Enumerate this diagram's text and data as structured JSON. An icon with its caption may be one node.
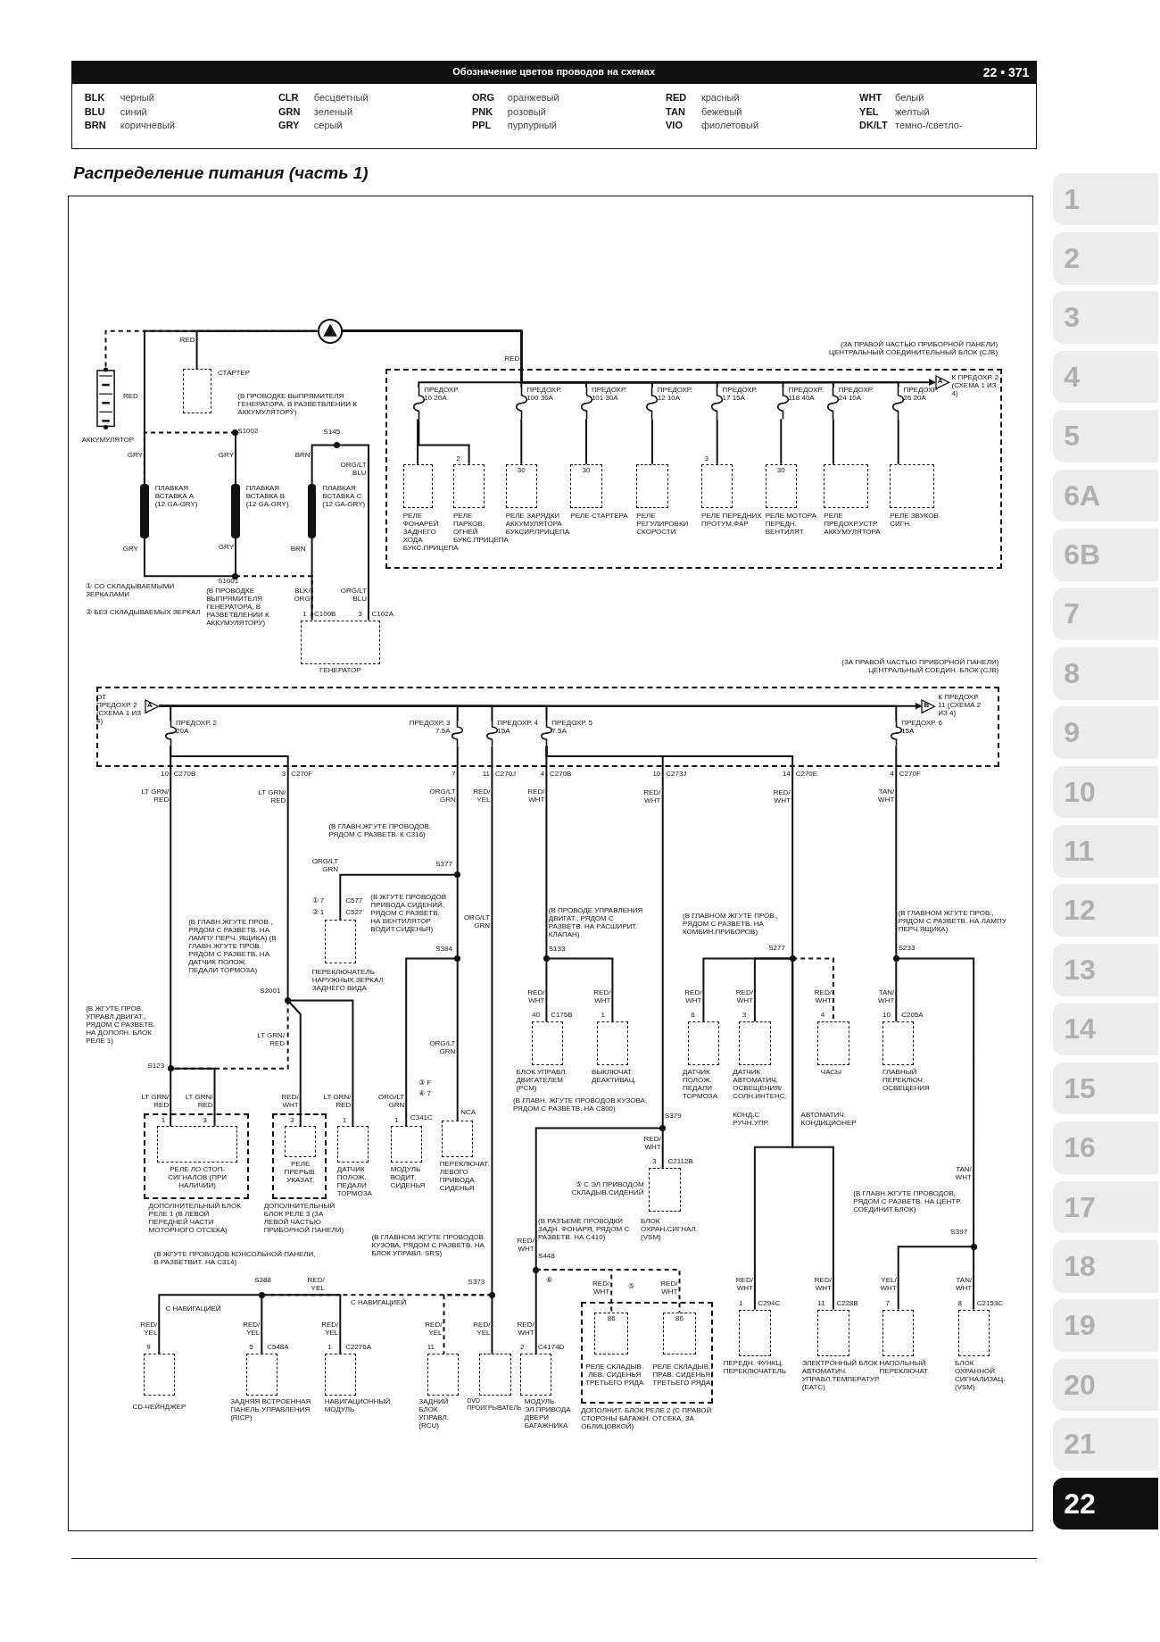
{
  "diagram": {
    "title": "Распределение питания (часть 1)",
    "nodes": [
      {
        "text": [
          "АККУМУЛЯТОР"
        ]
      },
      {
        "text": [],
        "shape": "circle"
      },
      {
        "text": [
          "СТАРТЕР"
        ]
      },
      {
        "text": [
          "(В ПРОВОДКЕ ВЫПРЯМИТЕЛЯ ГЕНЕРАТОРА, В РАЗВЕТВЛЕНИИ К АККУМУЛЯТОРУ)",
          "S1002"
        ]
      },
      {
        "text": [
          "ПЛАВКАЯ ВСТАВКА A (12 GA-GRY)"
        ]
      },
      {
        "text": [
          "ПЛАВКАЯ ВСТАВКА B (12 GA-GRY)"
        ]
      },
      {
        "text": [
          "ПЛАВКАЯ ВСТАВКА C (12 GA-GRY)"
        ]
      },
      {
        "text": [
          "S145"
        ]
      },
      {
        "text": [
          "S1001",
          "(В ПРОВОДКЕ ВЫПРЯМИТЕЛЯ ГЕНЕРАТОРА, В РАЗВЕТВЛЕНИИ К АККУМУЛЯТОРУ)"
        ]
      },
      {
        "text": [
          "ГЕНЕРАТОР"
        ],
        "beside": [
          "1",
          "C100B",
          "3",
          "C102A"
        ]
      },
      {
        "text": [
          "(ЗА ПРАВОЙ ЧАСТЬЮ ПРИБОРНОЙ ПАНЕЛИ) ЦЕНТРАЛЬНЫЙ СОЕДИНИТЕЛЬНЫЙ БЛОК (CJB)"
        ]
      },
      {
        "text": [
          "ПРЕДОХР. 10 20A"
        ],
        "in": 10
      },
      {
        "text": [
          "ПРЕДОХР. 100 30A"
        ],
        "in": 10
      },
      {
        "text": [
          "ПРЕДОХР. 101 30A"
        ],
        "in": 10
      },
      {
        "text": [
          "ПРЕДОХР. 12 10A"
        ],
        "in": 10
      },
      {
        "text": [
          "ПРЕДОХР. 17 15A"
        ],
        "in": 10
      },
      {
        "text": [
          "ПРЕДОХР. 118 40A"
        ],
        "in": 10
      },
      {
        "text": [
          "ПРЕДОХР. 24 10A"
        ],
        "in": 10
      },
      {
        "text": [
          "ПРЕДОХР. 26 20A"
        ],
        "in": 10
      },
      {
        "text": [
          "РЕЛЕ ФОНАРЕЙ ЗАДНЕГО ХОДА БУКС.ПРИЦЕПА"
        ],
        "in": 10
      },
      {
        "text": [
          "РЕЛЕ ПАРКОВ. ОГНЕЙ БУКС.ПРИЦЕПА"
        ],
        "beside": [
          "2"
        ],
        "in": 10
      },
      {
        "text": [
          "30",
          "РЕЛЕ ЗАРЯДКИ АККУМУЛЯТОРА БУКСИР.ПРИЦЕПА"
        ],
        "in": 10
      },
      {
        "text": [
          "30",
          "РЕЛЕ СТАРТЕРА"
        ],
        "in": 10
      },
      {
        "text": [
          "РЕЛЕ РЕГУЛИРОВКИ СКОРОСТИ"
        ],
        "in": 10
      },
      {
        "text": [
          "РЕЛЕ ПЕРЕДНИХ ПРОТУМ.ФАР"
        ],
        "beside": [
          "3"
        ],
        "in": 10
      },
      {
        "text": [
          "30",
          "РЕЛЕ МОТОРА ПЕРЕДН. ВЕНТИЛЯТ."
        ],
        "in": 10
      },
      {
        "text": [
          "РЕЛЕ ПРЕДОХР.УСТР. АККУМУЛЯТОРА"
        ],
        "in": 10
      },
      {
        "text": [
          "РЕЛЕ ЗВУКОВ. СИГН."
        ],
        "in": 10
      },
      {
        "text": [
          "A"
        ],
        "beside": [
          "К ПРЕДОХР. 2 (СХЕМА 1 ИЗ 4)"
        ],
        "in": 10
      },
      {
        "text": [
          "(ЗА ПРАВОЙ ЧАСТЬЮ ПРИБОРНОЙ ПАНЕЛИ) ЦЕНТРАЛЬНЫЙ СОЕДИН. БЛОК (CJB)"
        ]
      },
      {
        "text": [
          "A"
        ],
        "beside": [
          "ОТ ПРЕДОХР. 2 (СХЕМА 1 ИЗ 4)"
        ],
        "in": 29
      },
      {
        "text": [
          "B"
        ],
        "beside": [
          "К ПРЕДОХР. 11 (СХЕМА 2 ИЗ 4)"
        ],
        "in": 29
      },
      {
        "text": [
          "ПРЕДОХР. 2 20A"
        ],
        "in": 29
      },
      {
        "text": [
          "ПРЕДОХР. 3 7.5A"
        ],
        "in": 29
      },
      {
        "text": [
          "ПРЕДОХР. 4 15A"
        ],
        "in": 29
      },
      {
        "text": [
          "ПРЕДОХР. 5 7.5A"
        ],
        "in": 29
      },
      {
        "text": [
          "ПРЕДОХР. 6 15A"
        ],
        "in": 29
      },
      {
        "text": [
          "(В ЖГУТЕ ПРОВ. УПРАВЛ.ДВИГАТ., РЯДОМ С РАЗВЕТВ. НА ДОПОЛН. БЛОК РЕЛЕ 1)",
          "S123"
        ]
      },
      {
        "text": [
          "(В ГЛАВН.ЖГУТЕ ПРОВ., РЯДОМ С РАЗВЕТВ. НА ЛАМПУ ПЕРЧ. ЯЩИКА) (В ГЛАВН.ЖГУТЕ ПРОВ. РЯДОМ С РАЗВЕТВ. НА ДАТЧИК ПОЛОЖ. ПЕДАЛИ ТОРМОЗА)",
          "S2001"
        ]
      },
      {
        "text": [
          "ДОПОЛНИТЕЛЬНЫЙ БЛОК РЕЛЕ 1 (В ЛЕВОЙ ПЕРЕДНЕЙ ЧАСТИ МОТОРНОГО ОТСЕКА)"
        ]
      },
      {
        "text": [
          "РЕЛЕ ЛО СТОП-СИГНАЛОВ (ПРИ НАЛИЧИИ)"
        ],
        "beside": [
          "1",
          "3"
        ],
        "in": 39
      },
      {
        "text": [
          "ДОПОЛНИТЕЛЬНЫЙ БЛОК РЕЛЕ 3 (ЗА ЛЕВОЙ ЧАСТЬЮ ПРИБОРНОЙ ПАНЕЛИ)"
        ]
      },
      {
        "text": [
          "РЕЛЕ ПРЕРЫВ. УКАЗАТ."
        ],
        "beside": [
          "3"
        ],
        "in": 41
      },
      {
        "text": [
          "ДАТЧИК ПОЛОЖ. ПЕДАЛИ ТОРМОЗА"
        ],
        "beside": [
          "1"
        ]
      },
      {
        "text": [
          "(В ГЛАВН.ЖГУТЕ ПРОВОДОВ, РЯДОМ С РАЗВЕТВ. К C316)",
          "S377"
        ]
      },
      {
        "text": [
          "ПЕРЕКЛЮЧАТЕЛЬ НАРУЖНЫХ ЗЕРКАЛ ЗАДНЕГО ВИДА"
        ],
        "beside": [
          "① 7",
          "C577",
          "② 1",
          "C527"
        ]
      },
      {
        "text": [
          "(В ЖГУТЕ ПРОВОДОВ ПРИВОДА СИДЕНИЙ, РЯДОМ С РАЗВЕТВ. НА ВЕНТИЛЯТОР ВОДИТ.СИДЕНЬЯ)",
          "S384"
        ]
      },
      {
        "text": [
          "МОДУЛЬ ВОДИТ. СИДЕНЬЯ"
        ],
        "beside": [
          "1",
          "C341C"
        ]
      },
      {
        "text": [
          "ПЕРЕКЛЮЧАТ. ЛЕВОГО ПРИВОДА СИДЕНЬЯ"
        ],
        "beside": [
          "③ F",
          "④ 7",
          "NCA"
        ]
      },
      {
        "text": [
          "(В ГЛАВНОМ ЖГУТЕ ПРОВОДОВ КУЗОВА, РЯДОМ С РАЗВЕТВ. НА БЛОК УПРАВЛ. SRS)",
          "S373"
        ]
      },
      {
        "text": [
          "(В ЖГУТЕ ПРОВОДОВ КОНСОЛЬНОЙ ПАНЕЛИ, В РАЗВЕТВИТ. НА C314)",
          "S388"
        ]
      },
      {
        "text": [
          "CD-ЧЕЙНДЖЕР"
        ],
        "beside": [
          "9"
        ]
      },
      {
        "text": [
          "ЗАДНЯЯ ВСТРОЕННАЯ ПАНЕЛЬ УПРАВЛЕНИЯ (RICP)"
        ],
        "beside": [
          "5",
          "C548A"
        ]
      },
      {
        "text": [
          "НАВИГАЦИОННЫЙ МОДУЛЬ"
        ],
        "beside": [
          "1",
          "C2276A"
        ]
      },
      {
        "text": [
          "ЗАДНИЙ БЛОК УПРАВЛ. (RCU)"
        ],
        "beside": [
          "11"
        ]
      },
      {
        "text": [
          "DVD ПРОИГРЫВАТЕЛЬ"
        ]
      },
      {
        "text": [
          "(В ПРОВОДЕ УПРАВЛЕНИЯ ДВИГАТ., РЯДОМ С РАЗВЕТВ. НА РАСШИРИТ. КЛАПАН)",
          "S133"
        ]
      },
      {
        "text": [
          "БЛОК УПРАВЛ. ДВИГАТЕЛЕМ (PCM)"
        ],
        "beside": [
          "40",
          "C175B"
        ]
      },
      {
        "text": [
          "ВЫКЛЮЧАТ. ДЕАКТИВАЦ."
        ],
        "beside": [
          "1"
        ]
      },
      {
        "text": [
          "(В ГЛАВН. ЖГУТЕ ПРОВОДОВ КУЗОВА, РЯДОМ С РАЗВЕТВ. НА C800)",
          "S379"
        ]
      },
      {
        "text": [
          "БЛОК ОХРАН.СИГНАЛ. (VSM)"
        ],
        "beside": [
          "3",
          "C2112B",
          "⑤ С ЭЛ.ПРИВОДОМ СКЛАДЫВ.СИДЕНИЙ"
        ]
      },
      {
        "text": [
          "(В РАЗЪЕМЕ ПРОВОДКИ ЗАДН. ФОНАРЯ, РЯДОМ С РАЗВЕТВ. НА C410)",
          "S448"
        ]
      },
      {
        "text": [
          "МОДУЛЬ ЭЛ.ПРИВОДА ДВЕРИ БАГАЖНИКА"
        ],
        "beside": [
          "2",
          "C4174D"
        ]
      },
      {
        "text": [
          "ДОПОЛНИТ. БЛОК РЕЛЕ 2 (С ПРАВОЙ СТОРОНЫ БАГАЖН. ОТСЕКА, ЗА ОБЛИЦОВКОЙ)"
        ]
      },
      {
        "text": [
          "86",
          "РЕЛЕ СКЛАДЫВ. ЛЕВ. СИДЕНЬЯ ТРЕТЬЕГО РЯДА"
        ],
        "in": 63
      },
      {
        "text": [
          "86",
          "РЕЛЕ СКЛАДЫВ. ПРАВ. СИДЕНЬЯ ТРЕТЬЕГО РЯДА"
        ],
        "in": 63
      },
      {
        "text": [
          "(В ГЛАВНОМ ЖГУТЕ ПРОВ., РЯДОМ С РАЗВЕТВ. НА КОМБИН.ПРИБОРОВ)",
          "S277"
        ]
      },
      {
        "text": [
          "ДАТЧИК ПОЛОЖ. ПЕДАЛИ ТОРМОЗА"
        ],
        "beside": [
          "6"
        ]
      },
      {
        "text": [
          "ДАТЧИК АВТОМАТИЧ. ОСВЕЩЕНИЯ/ СОЛН.ИНТЕНС."
        ],
        "beside": [
          "3"
        ]
      },
      {
        "text": [
          "ЧАСЫ"
        ],
        "beside": [
          "4"
        ]
      },
      {
        "text": [
          "ПЕРЕДН. ФУНКЦ. ПЕРЕКЛЮЧАТЕЛЬ"
        ],
        "beside": [
          "1",
          "C294C"
        ]
      },
      {
        "text": [
          "ЭЛЕКТРОННЫЙ БЛОК АВТОМАТИЧ. УПРАВЛ.ТЕМПЕРАТУР. (EATC)"
        ],
        "beside": [
          "11",
          "C228B"
        ]
      },
      {
        "text": [
          "(В ГЛАВНОМ ЖГУТЕ ПРОВ., РЯДОМ С РАЗВЕТВ. НА ЛАМПУ ПЕРЧ.ЯЩИКА)",
          "S233"
        ]
      },
      {
        "text": [
          "ГЛАВНЫЙ ПЕРЕКЛЮЧ. ОСВЕЩЕНИЯ"
        ],
        "beside": [
          "10",
          "C205A"
        ]
      },
      {
        "text": [
          "(В ГЛАВН.ЖГУТЕ ПРОВОДОВ, РЯДОМ С РАЗВЕТВ. НА ЦЕНТР. СОЕДИНИТ.БЛОК)",
          "S397"
        ]
      },
      {
        "text": [
          "НАПОЛЬНЫЙ ПЕРЕКЛЮЧАТ."
        ],
        "beside": [
          "7"
        ]
      },
      {
        "text": [
          "БЛОК ОХРАННОЙ СИГНАЛИЗАЦ. (VSM)"
        ],
        "beside": [
          "8",
          "C2153C"
        ]
      }
    ],
    "edges": [
      {
        "from": 0,
        "to": 1,
        "arrow": "none",
        "style": "dashed"
      },
      {
        "from": 1,
        "to": 2,
        "arrow": "none",
        "label": "RED"
      },
      {
        "from": 1,
        "to": 4,
        "arrow": "none",
        "label": "RED"
      },
      {
        "from": 3,
        "to": 4,
        "arrow": "none",
        "label": "GRY",
        "style": "dashed"
      },
      {
        "from": 3,
        "to": 5,
        "arrow": "none",
        "label": "GRY"
      },
      {
        "from": 4,
        "to": 8,
        "arrow": "none",
        "label": "GRY"
      },
      {
        "from": 5,
        "to": 8,
        "arrow": "none",
        "label": "GRY"
      },
      {
        "from": 7,
        "to": 6,
        "arrow": "none",
        "label": "BRN"
      },
      {
        "from": 6,
        "to": 9,
        "arrow": "none",
        "label": "BRN"
      },
      {
        "from": 8,
        "to": 9,
        "arrow": "none",
        "label": "BLK/ORG",
        "style": "dashed"
      },
      {
        "from": 7,
        "to": 9,
        "arrow": "none",
        "label": "ORG/LT BLU"
      },
      {
        "from": 1,
        "to": 11,
        "arrow": "none"
      },
      {
        "from": 1,
        "to": 12,
        "arrow": "none",
        "label": "RED"
      },
      {
        "from": 1,
        "to": 13,
        "arrow": "none"
      },
      {
        "from": 1,
        "to": 14,
        "arrow": "none"
      },
      {
        "from": 1,
        "to": 15,
        "arrow": "none"
      },
      {
        "from": 1,
        "to": 16,
        "arrow": "none"
      },
      {
        "from": 1,
        "to": 17,
        "arrow": "none"
      },
      {
        "from": 1,
        "to": 18,
        "arrow": "none"
      },
      {
        "from": 1,
        "to": 28,
        "arrow": "to"
      },
      {
        "from": 11,
        "to": 19,
        "arrow": "none"
      },
      {
        "from": 11,
        "to": 20,
        "arrow": "none"
      },
      {
        "from": 12,
        "to": 21,
        "arrow": "none"
      },
      {
        "from": 13,
        "to": 22,
        "arrow": "none"
      },
      {
        "from": 14,
        "to": 23,
        "arrow": "none"
      },
      {
        "from": 15,
        "to": 24,
        "arrow": "none"
      },
      {
        "from": 16,
        "to": 25,
        "arrow": "none"
      },
      {
        "from": 17,
        "to": 26,
        "arrow": "none"
      },
      {
        "from": 18,
        "to": 27,
        "arrow": "none"
      },
      {
        "from": 30,
        "to": 31,
        "arrow": "to"
      },
      {
        "from": 30,
        "to": 32,
        "arrow": "none"
      },
      {
        "from": 30,
        "to": 33,
        "arrow": "none"
      },
      {
        "from": 30,
        "to": 34,
        "arrow": "none"
      },
      {
        "from": 30,
        "to": 35,
        "arrow": "none"
      },
      {
        "from": 30,
        "to": 36,
        "arrow": "none"
      },
      {
        "from": 32,
        "to": 37,
        "arrow": "none",
        "label": "LT GRN/RED"
      },
      {
        "from": 32,
        "to": 38,
        "arrow": "none",
        "label": "LT GRN/RED"
      },
      {
        "from": 38,
        "to": 37,
        "arrow": "none",
        "label": "LT GRN/RED",
        "style": "dashed"
      },
      {
        "from": 37,
        "to": 40,
        "arrow": "none",
        "label": "LT GRN/RED"
      },
      {
        "from": 37,
        "to": 40,
        "arrow": "none",
        "label": "LT GRN/RED"
      },
      {
        "from": 38,
        "to": 42,
        "arrow": "none",
        "label": "RED/WHT"
      },
      {
        "from": 38,
        "to": 43,
        "arrow": "none",
        "label": "LT GRN/RED"
      },
      {
        "from": 33,
        "to": 44,
        "arrow": "none",
        "label": "ORG/LT GRN"
      },
      {
        "from": 44,
        "to": 45,
        "arrow": "none",
        "label": "ORG/LT GRN"
      },
      {
        "from": 44,
        "to": 46,
        "arrow": "none",
        "label": "ORG/LT GRN"
      },
      {
        "from": 46,
        "to": 47,
        "arrow": "none",
        "label": "ORG/LT GRN"
      },
      {
        "from": 46,
        "to": 48,
        "arrow": "none",
        "label": "ORG/LT GRN"
      },
      {
        "from": 34,
        "to": 49,
        "arrow": "none",
        "label": "RED/YEL"
      },
      {
        "from": 49,
        "to": 55,
        "arrow": "none",
        "label": "RED/YEL"
      },
      {
        "from": 49,
        "to": 54,
        "arrow": "none",
        "label": "RED/YEL",
        "style": "dashed"
      },
      {
        "from": 49,
        "to": 50,
        "arrow": "none",
        "label": "RED/YEL",
        "style": "dashed"
      },
      {
        "from": 50,
        "to": 53,
        "arrow": "none",
        "label": "RED/YEL"
      },
      {
        "from": 50,
        "to": 52,
        "arrow": "none",
        "label": "RED/YEL"
      },
      {
        "from": 50,
        "to": 51,
        "arrow": "none",
        "label": "RED/YEL"
      },
      {
        "from": 35,
        "to": 56,
        "arrow": "none",
        "label": "RED/WHT"
      },
      {
        "from": 35,
        "to": 59,
        "arrow": "none",
        "label": "RED/WHT"
      },
      {
        "from": 35,
        "to": 66,
        "arrow": "none",
        "label": "RED/WHT"
      },
      {
        "from": 56,
        "to": 57,
        "arrow": "none",
        "label": "RED/WHT"
      },
      {
        "from": 56,
        "to": 58,
        "arrow": "none",
        "label": "RED/WHT"
      },
      {
        "from": 59,
        "to": 60,
        "arrow": "none",
        "label": "RED/WHT"
      },
      {
        "from": 59,
        "to": 61,
        "arrow": "none",
        "label": "RED/WHT"
      },
      {
        "from": 61,
        "to": 62,
        "arrow": "none",
        "label": "RED/WHT"
      },
      {
        "from": 61,
        "to": 64,
        "arrow": "none",
        "label": "RED/WHT",
        "style": "dashed"
      },
      {
        "from": 61,
        "to": 65,
        "arrow": "none",
        "label": "RED/WHT",
        "style": "dashed"
      },
      {
        "from": 66,
        "to": 67,
        "arrow": "none",
        "label": "RED/WHT"
      },
      {
        "from": 66,
        "to": 68,
        "arrow": "none",
        "label": "RED/WHT"
      },
      {
        "from": 66,
        "to": 69,
        "arrow": "none",
        "label": "RED/WHT",
        "style": "dashed"
      },
      {
        "from": 66,
        "to": 70,
        "arrow": "none",
        "label": "RED/WHT"
      },
      {
        "from": 66,
        "to": 71,
        "arrow": "none",
        "label": "RED/WHT"
      },
      {
        "from": 36,
        "to": 72,
        "arrow": "none",
        "label": "TAN/WHT"
      },
      {
        "from": 72,
        "to": 73,
        "arrow": "none",
        "label": "TAN/WHT"
      },
      {
        "from": 72,
        "to": 74,
        "arrow": "none",
        "label": "TAN/WHT"
      },
      {
        "from": 74,
        "to": 75,
        "arrow": "none",
        "label": "YEL/WHT"
      },
      {
        "from": 74,
        "to": 76,
        "arrow": "none",
        "label": "TAN/WHT"
      }
    ],
    "labels": [
      "Обозначение цветов проводов на схемах",
      "22 • 371",
      "BLK",
      "черный",
      "CLR",
      "бесцветный",
      "ORG",
      "оранжевый",
      "RED",
      "красный",
      "WHT",
      "белый",
      "BLU",
      "синий",
      "GRN",
      "зеленый",
      "PNK",
      "розовый",
      "TAN",
      "бежевый",
      "YEL",
      "желтый",
      "BRN",
      "коричневый",
      "GRY",
      "серый",
      "PPL",
      "пурпурный",
      "VIO",
      "фиолетовый",
      "DK/LT",
      "темно-/светло-",
      "1",
      "2",
      "3",
      "4",
      "5",
      "6A",
      "6B",
      "7",
      "8",
      "9",
      "10",
      "11",
      "12",
      "13",
      "14",
      "15",
      "16",
      "17",
      "18",
      "19",
      "20",
      "21",
      "22",
      "① СО СКЛАДЫВАЕМЫМИ ЗЕРКАЛАМИ",
      "② БЕЗ СКЛАДЫВАЕМЫХ ЗЕРКАЛ",
      "10",
      "C270B",
      "3",
      "C270F",
      "7",
      "11",
      "C270J",
      "4",
      "C270B",
      "10",
      "C273J",
      "14",
      "C270E",
      "4",
      "C270F",
      "ORG/LT BLU",
      "С НАВИГАЦИЕЙ",
      "С НАВИГАЦИЕЙ",
      "⑥",
      "⑤",
      "КОНД.С РУЧН.УПР.",
      "АВТОМАТИЧ. КОНДИЦИОНЕР"
    ]
  }
}
